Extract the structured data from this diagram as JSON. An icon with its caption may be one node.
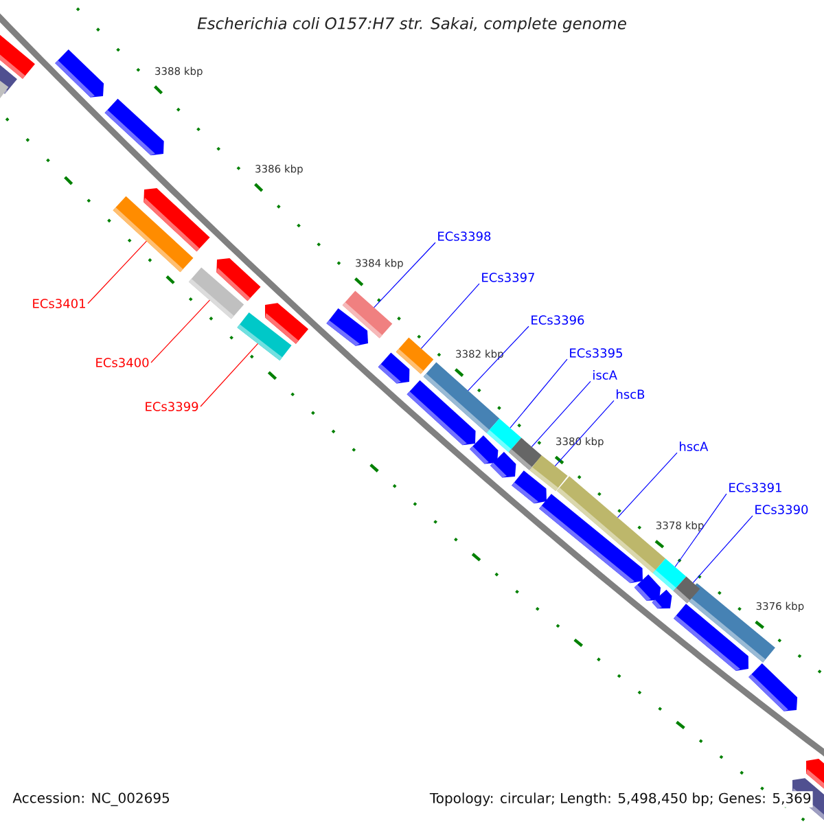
{
  "diagram": {
    "title": "Escherichia coli O157:H7 str. Sakai, complete genome",
    "nodes": [
      {
        "text": [
          "ECs3398"
        ]
      },
      {
        "text": [
          "ECs3397"
        ]
      },
      {
        "text": [
          "ECs3401"
        ]
      },
      {
        "text": [
          "ECs3396"
        ]
      },
      {
        "text": [
          "ECs3395"
        ]
      },
      {
        "text": [
          "ECs3400"
        ]
      },
      {
        "text": [
          "iscA"
        ]
      },
      {
        "text": [
          "hscB"
        ]
      },
      {
        "text": [
          "ECs3399"
        ]
      },
      {
        "text": [
          "hscA"
        ]
      },
      {
        "text": [
          "ECs3391"
        ]
      },
      {
        "text": [
          "ECs3390"
        ]
      },
      {
        "text": [],
        "shape": "bar"
      },
      {
        "text": [],
        "shape": "bar"
      },
      {
        "text": [],
        "shape": "bar"
      },
      {
        "text": [],
        "shape": "bar"
      },
      {
        "text": [],
        "shape": "bar"
      },
      {
        "text": [],
        "shape": "bar"
      },
      {
        "text": [],
        "shape": "bar"
      },
      {
        "text": [],
        "shape": "bar"
      },
      {
        "text": [],
        "shape": "bar"
      },
      {
        "text": [],
        "shape": "bar"
      },
      {
        "text": [],
        "shape": "bar"
      },
      {
        "text": [],
        "shape": "bar"
      }
    ],
    "edges": [
      {
        "from": 0,
        "to": 15,
        "arrow": "none"
      },
      {
        "from": 1,
        "to": 16,
        "arrow": "none"
      },
      {
        "from": 2,
        "to": 12,
        "arrow": "none",
        "color": "#ff0000"
      },
      {
        "from": 3,
        "to": 17,
        "arrow": "none"
      },
      {
        "from": 4,
        "to": 18,
        "arrow": "none"
      },
      {
        "from": 5,
        "to": 13,
        "arrow": "none",
        "color": "#ff0000"
      },
      {
        "from": 6,
        "to": 19,
        "arrow": "none"
      },
      {
        "from": 7,
        "to": 20,
        "arrow": "none"
      },
      {
        "from": 8,
        "to": 14,
        "arrow": "none",
        "color": "#ff0000"
      },
      {
        "from": 9,
        "to": 21,
        "arrow": "none"
      },
      {
        "from": 10,
        "to": 22,
        "arrow": "none"
      },
      {
        "from": 11,
        "to": 23,
        "arrow": "none"
      }
    ],
    "labels": [
      "3388 kbp",
      "3386 kbp",
      "3384 kbp",
      "3382 kbp",
      "3380 kbp",
      "3378 kbp",
      "3376 kbp",
      "Accession: NC_002695",
      "Topology: circular; Length: 5,498,450 bp; Genes: 5,369"
    ]
  }
}
